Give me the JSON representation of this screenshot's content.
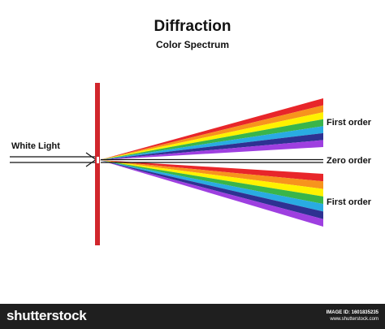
{
  "diagram": {
    "title": "Diffraction",
    "subtitle": "Color Spectrum",
    "labels": {
      "white_light": "White Light",
      "first_order_top": "First order",
      "zero_order": "Zero order",
      "first_order_bottom": "First order"
    },
    "spectrum_colors": [
      "#e8262a",
      "#f7941d",
      "#fff200",
      "#39b54a",
      "#29abe2",
      "#2e3192",
      "#9e3fe0"
    ],
    "barrier_color": "#d1262c"
  },
  "footer": {
    "brand": "shutterstock",
    "image_id": "IMAGE ID: 1601835235",
    "site": "www.shutterstock.com"
  }
}
